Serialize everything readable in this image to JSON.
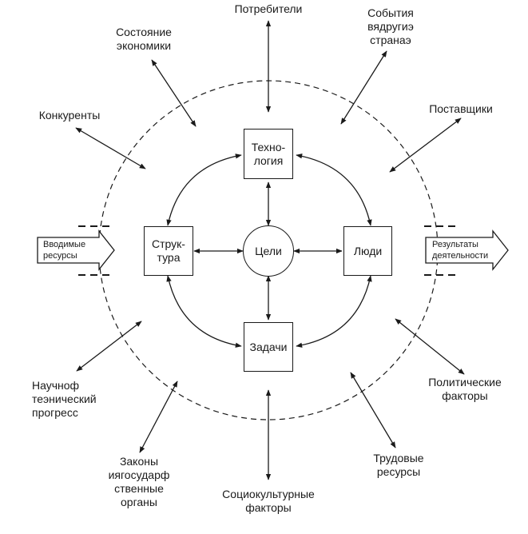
{
  "center": "Цели",
  "boxes": {
    "top": "Техно-\nлогия",
    "left": "Струк-\nтура",
    "right": "Люди",
    "bottom": "Задачи"
  },
  "inputs": "Вводимые\nресурсы",
  "outputs": "Результаты\nдеятельности",
  "factors": {
    "consumers": "Потребители",
    "events": "События\nвядругиэ\nстранаэ",
    "economy": "Состояние\nэкономики",
    "suppliers": "Поставщики",
    "competitors": "Конкуренты",
    "science": "Научноф\nтеэнический\nпрогресс",
    "political": "Политические\nфакторы",
    "laws": "Законы\nиягосударф\nственные\nорганы",
    "labor": "Трудовые\nресурсы",
    "sociocultural": "Социокультурные\nфакторы"
  }
}
